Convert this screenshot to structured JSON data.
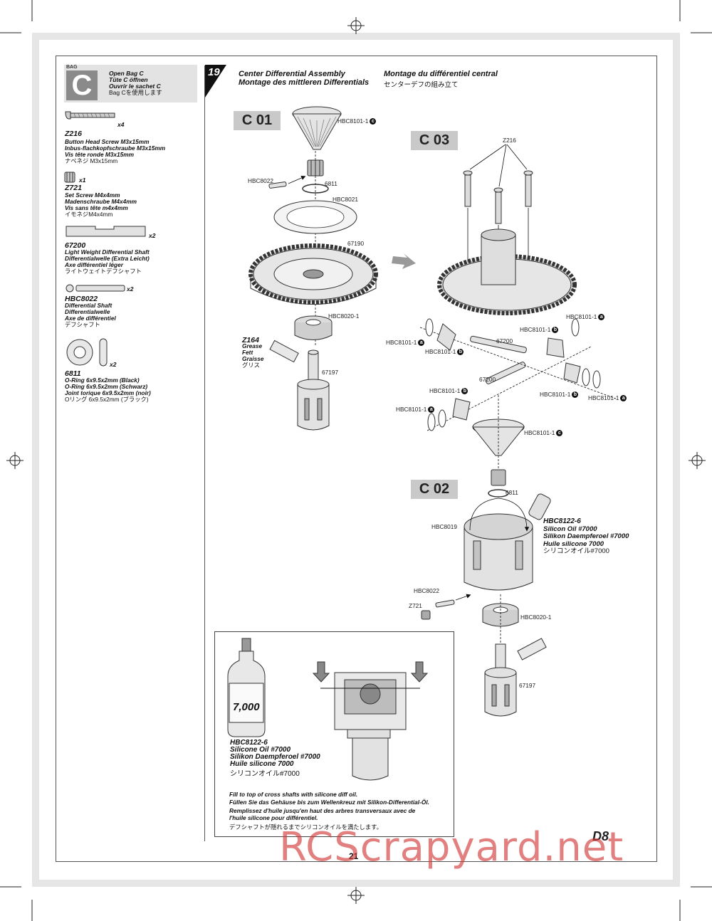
{
  "bag": {
    "small_label": "BAG",
    "letter": "C",
    "lines": [
      "Open Bag C",
      "Tüte C öffnen",
      "Ouvrir le sachet C",
      "Bag Cを使用します"
    ]
  },
  "parts": [
    {
      "qty": "x4",
      "code": "Z216",
      "desc": [
        "Button Head Screw M3x15mm",
        "Inbus-flachkopfschraube M3x15mm",
        "Vis tête ronde M3x15mm",
        "ナベネジ M3x15mm"
      ]
    },
    {
      "qty": "x1",
      "code": "Z721",
      "desc": [
        "Set Screw M4x4mm",
        "Madenschraube M4x4mm",
        "Vis sans tête m4x4mm",
        "イモネジM4x4mm"
      ]
    },
    {
      "qty": "x2",
      "code": "67200",
      "desc": [
        "Light Weight Differential Shaft",
        "Differentialwelle (Extra Leicht)",
        "Axe différentiel léger",
        "ライトウェイトデフシャフト"
      ]
    },
    {
      "qty": "x2",
      "code": "HBC8022",
      "desc": [
        "Differential Shaft",
        "Differentialwelle",
        "Axe de différentiel",
        "デフシャフト"
      ]
    },
    {
      "qty": "x2",
      "code": "6811",
      "desc": [
        "O-Ring 6x9.5x2mm (Black)",
        "O-Ring 6x9.5x2mm (Schwarz)",
        "Joint torique 6x9.5x2mm (noir)",
        "Oリング 6x9.5x2mm (ブラック)"
      ]
    }
  ],
  "step": {
    "number": "19",
    "title_en": "Center Differential Assembly",
    "title_de": "Montage des mittleren Differentials",
    "title_fr": "Montage du différentiel central",
    "title_jp": "センターデフの組み立て"
  },
  "sub_steps": [
    "C 01",
    "C 02",
    "C 03"
  ],
  "callouts": {
    "hbc8101_c": "HBC8101-1",
    "hbc8022": "HBC8022",
    "o6811": "6811",
    "hbc8021": "HBC8021",
    "g67190": "67190",
    "hbc8020": "HBC8020-1",
    "s67197": "67197",
    "z216": "Z216",
    "s67200": "67200",
    "hbc8101": "HBC8101-1",
    "hbc8019": "HBC8019",
    "z721": "Z721",
    "badge_a": "a",
    "badge_b": "b",
    "badge_c": "c"
  },
  "grease": {
    "code": "Z164",
    "lines": [
      "Grease",
      "Fett",
      "Graisse",
      "グリス"
    ]
  },
  "oil": {
    "code": "HBC8122-6",
    "lines": [
      "Silicon Oil #7000",
      "Silikon Daempferoel #7000",
      "Huile silicone 7000",
      "シリコンオイル#7000"
    ]
  },
  "inset": {
    "bottle_text": "7,000",
    "oil_code": "HBC8122-6",
    "oil_lines": [
      "Silicone Oil #7000",
      "Silikon Daempferoel #7000",
      "Huile silicone 7000",
      "シリコンオイル#7000"
    ],
    "instructions": [
      "Fill to top of cross shafts with silicone diff oil.",
      "Füllen Sie das Gehäuse bis zum Wellenkreuz mit Silikon-Differential-Öl.",
      "Remplissez d'huile jusqu'en haut des arbres transversaux avec de",
      "l'huile silicone pour différentiel.",
      "デフシャフトが隠れるまでシリコンオイルを満たします。"
    ]
  },
  "page_number": "21",
  "logo": "D8",
  "watermark": "RCScrapyard.net"
}
